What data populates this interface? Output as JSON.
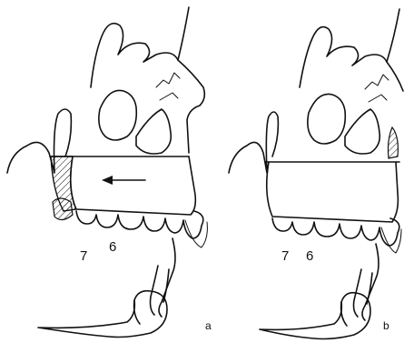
{
  "figure": {
    "panels": [
      {
        "id": "a",
        "label": "a",
        "molar_labels": [
          "7",
          "6"
        ]
      },
      {
        "id": "b",
        "label": "b",
        "molar_labels": [
          "7",
          "6"
        ]
      }
    ]
  },
  "colors": {
    "line": "#111111",
    "background": "#ffffff"
  }
}
